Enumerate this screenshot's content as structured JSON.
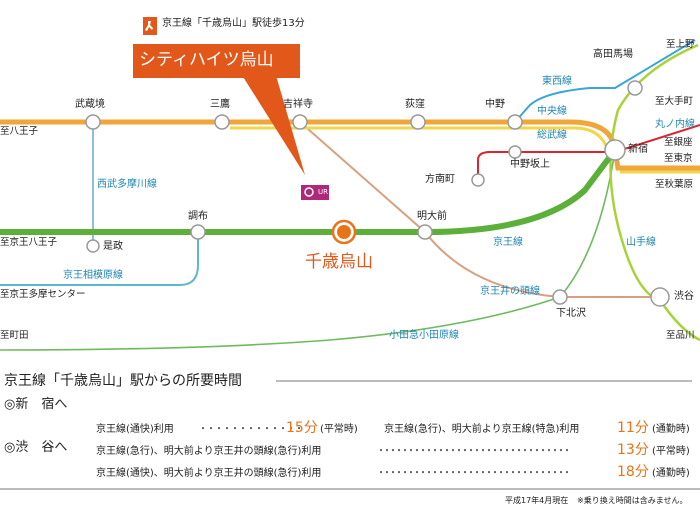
{
  "header": {
    "walk_note": "京王線「千歳烏山」駅徒歩13分",
    "property_name": "シティハイツ烏山",
    "ur_mark": "UR"
  },
  "main_station": "千歳烏山",
  "stations": {
    "musashisakai": "武蔵境",
    "mitaka": "三鷹",
    "kichijoji": "吉祥寺",
    "ogikubo": "荻窪",
    "nakano": "中野",
    "takadanobaba": "高田馬場",
    "shinjuku": "新宿",
    "nakano_sakaue": "中野坂上",
    "honancho": "方南町",
    "meidaimae": "明大前",
    "chofu": "調布",
    "koremasa": "是政",
    "shimokitazawa": "下北沢",
    "shibuya": "渋谷"
  },
  "terminals": {
    "hachioji": "至八王子",
    "keio_hachioji": "至京王八王子",
    "tama_center": "至京王多摩センター",
    "machida": "至町田",
    "ueno": "至上野",
    "otemachi": "至大手町",
    "ginza": "至銀座",
    "tokyo": "至東京",
    "akihabara": "至秋葉原",
    "shinagawa": "至品川"
  },
  "lines": {
    "tozai": "東西線",
    "chuo": "中央線",
    "sobu": "総武線",
    "marunouchi": "丸ノ内線",
    "seibu_tamagawa": "西武多摩川線",
    "keio": "京王線",
    "keio_sagamihara": "京王相模原線",
    "yamanote": "山手線",
    "inokashira": "京王井の頭線",
    "odakyu": "小田急小田原線"
  },
  "travel": {
    "title": "京王線「千歳烏山」駅からの所要時間",
    "rows": [
      {
        "dest": "◎新　宿へ",
        "route1": "京王線(通快)利用",
        "dots1": "・・・・・・・・・・・・・",
        "time1": "15分",
        "note1": "(平常時)",
        "route2": "京王線(急行)、明大前より京王線(特急)利用",
        "time2": "11分",
        "note2": "(通勤時)"
      },
      {
        "dest": "◎渋　谷へ",
        "route": "京王線(急行)、明大前より京王井の頭線(急行)利用",
        "dots": "・・・・・・・・・・・・・・・・・・・・・・・・・・・・・・・・",
        "time": "13分",
        "note": "(平常時)"
      },
      {
        "route": "京王線(通快)、明大前より京王井の頭線(急行)利用",
        "dots": "・・・・・・・・・・・・・・・・・・・・・・・・・・・・・・・・",
        "time": "18分",
        "note": "(通勤時)"
      }
    ],
    "footnote_date": "平成17年4月現在",
    "footnote_transfer": "※乗り換え時間は含みません。"
  },
  "colors": {
    "chuo_orange": "#f0a63a",
    "keio_green": "#5cb03a",
    "keio_magenta": "#b0287a",
    "inokashira": "#d9a080",
    "odakyu": "#6fba5f",
    "sagamihara": "#5fb6c8",
    "seibu": "#8cc0de",
    "yamanote": "#a8d23a",
    "tozai": "#3aa6d8",
    "marunouchi": "#d8252f",
    "sobu_yellow": "#f2d64a",
    "accent_orange": "#e8731a",
    "property_box": "#e2581a"
  }
}
